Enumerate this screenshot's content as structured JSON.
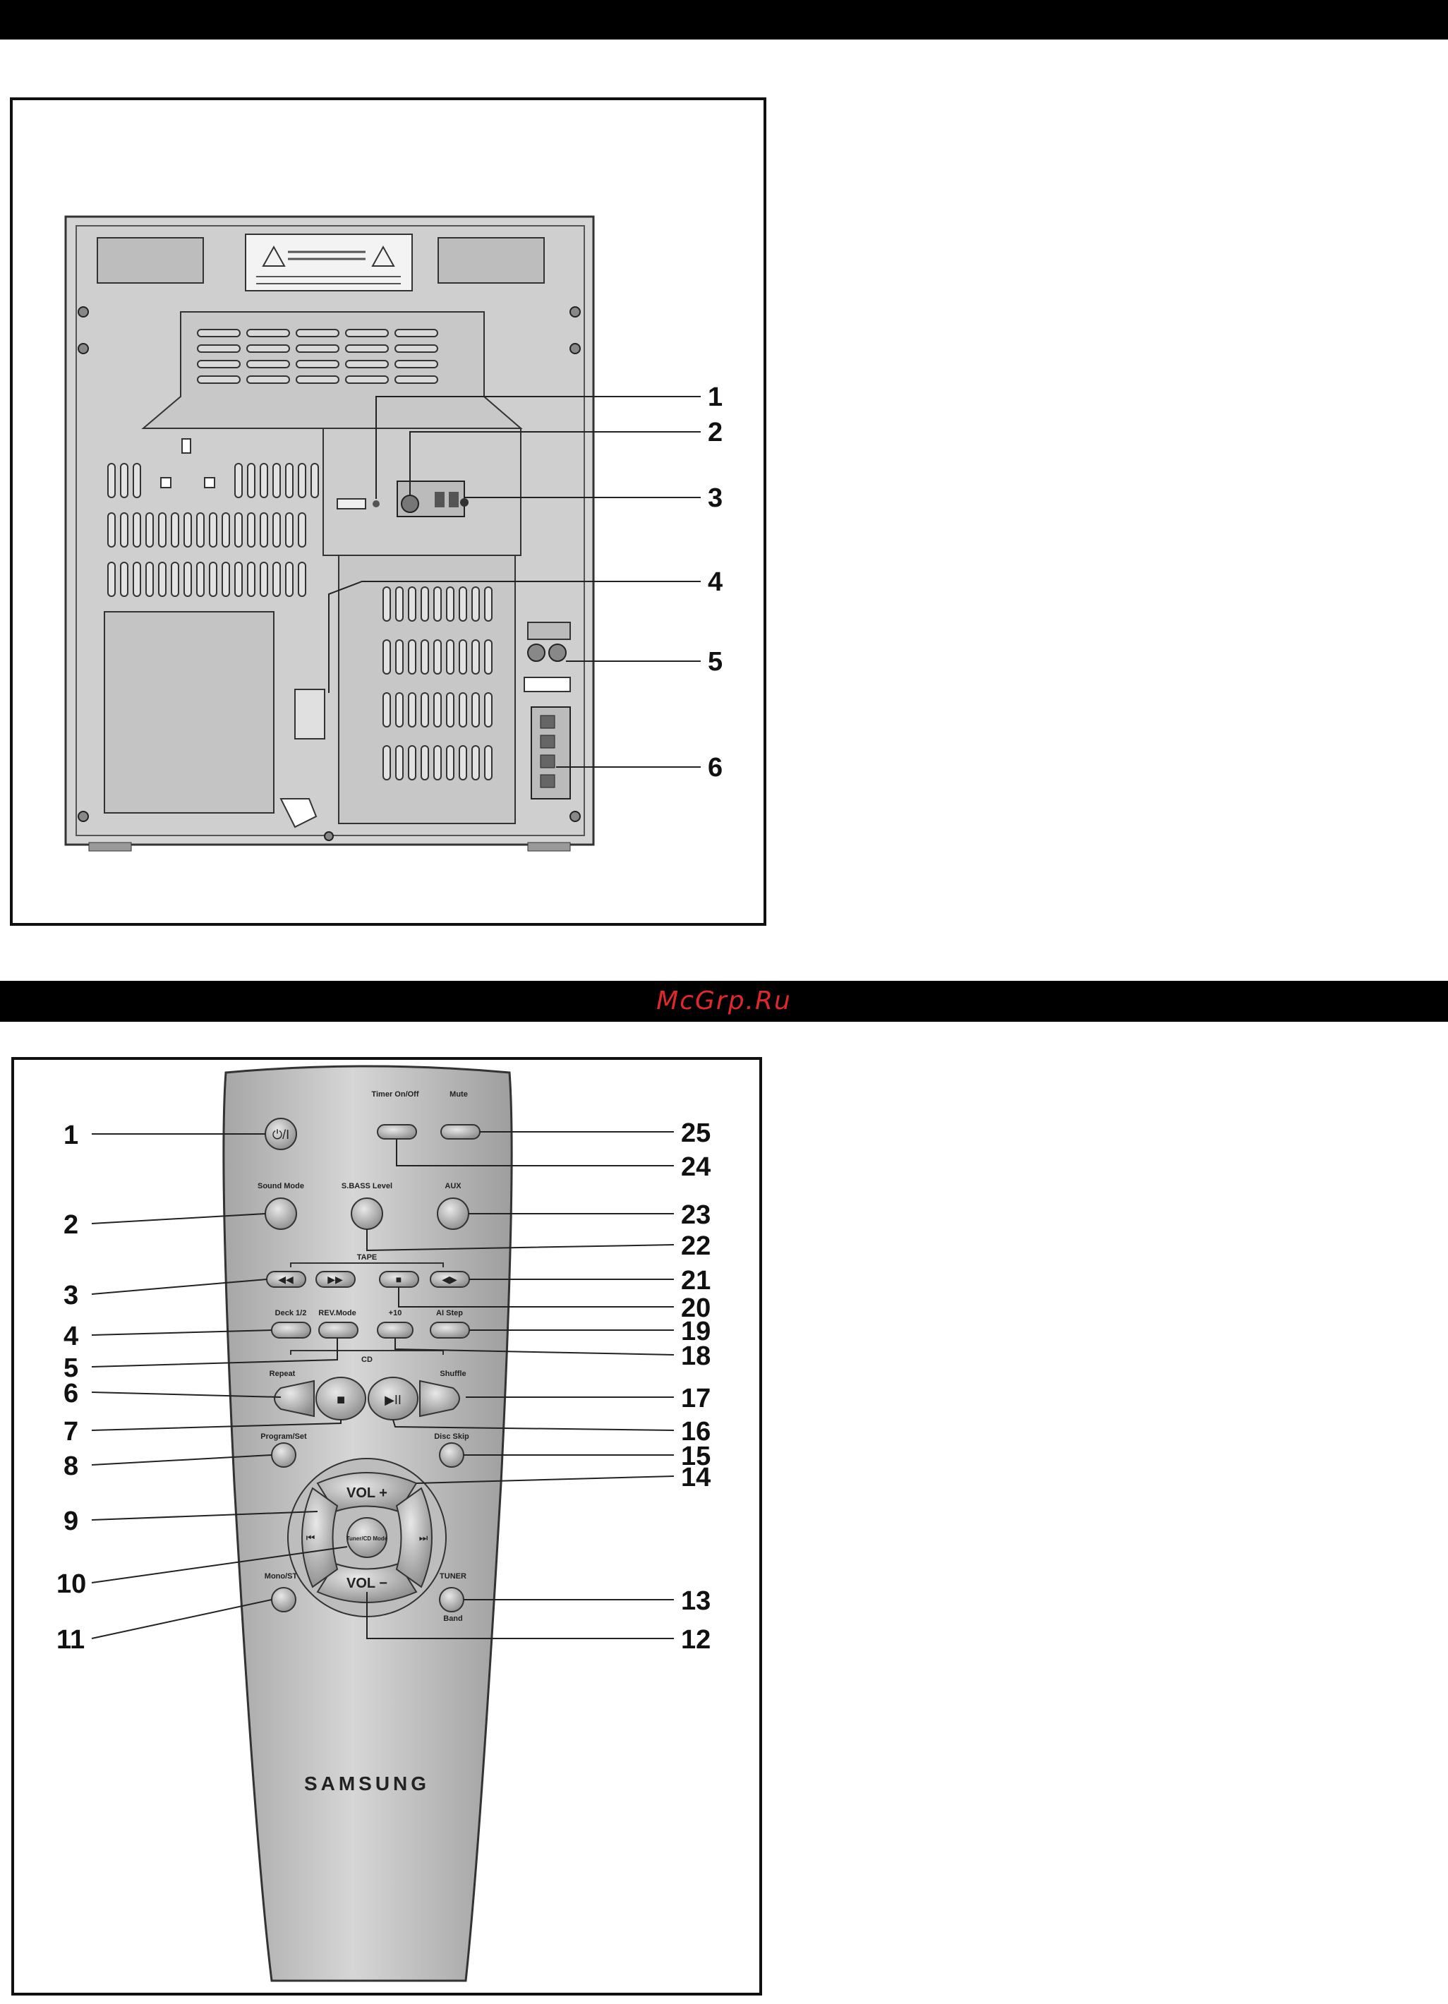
{
  "watermark": "McGrp.Ru",
  "rear_panel": {
    "callouts": [
      "1",
      "2",
      "3",
      "4",
      "5",
      "6"
    ]
  },
  "remote": {
    "brand": "SAMSUNG",
    "callouts_left": [
      "1",
      "2",
      "3",
      "4",
      "5",
      "6",
      "7",
      "8",
      "9",
      "10",
      "11"
    ],
    "callouts_right": [
      "25",
      "24",
      "23",
      "22",
      "21",
      "20",
      "19",
      "18",
      "17",
      "16",
      "15",
      "14",
      "13",
      "12"
    ],
    "labels": {
      "timer": "Timer On/Off",
      "mute": "Mute",
      "sound_mode": "Sound Mode",
      "sbass": "S.BASS Level",
      "aux": "AUX",
      "tape": "TAPE",
      "deck": "Deck 1/2",
      "rev": "REV.Mode",
      "plus10": "+10",
      "ai_step": "AI Step",
      "cd": "CD",
      "repeat": "Repeat",
      "shuffle": "Shuffle",
      "program": "Program/Set",
      "disc_skip": "Disc Skip",
      "vol_plus": "VOL +",
      "vol_minus": "VOL −",
      "tuner_cd_mode": "Tuner/CD Mode",
      "mono_st": "Mono/ST",
      "tuner": "TUNER",
      "band": "Band"
    }
  }
}
